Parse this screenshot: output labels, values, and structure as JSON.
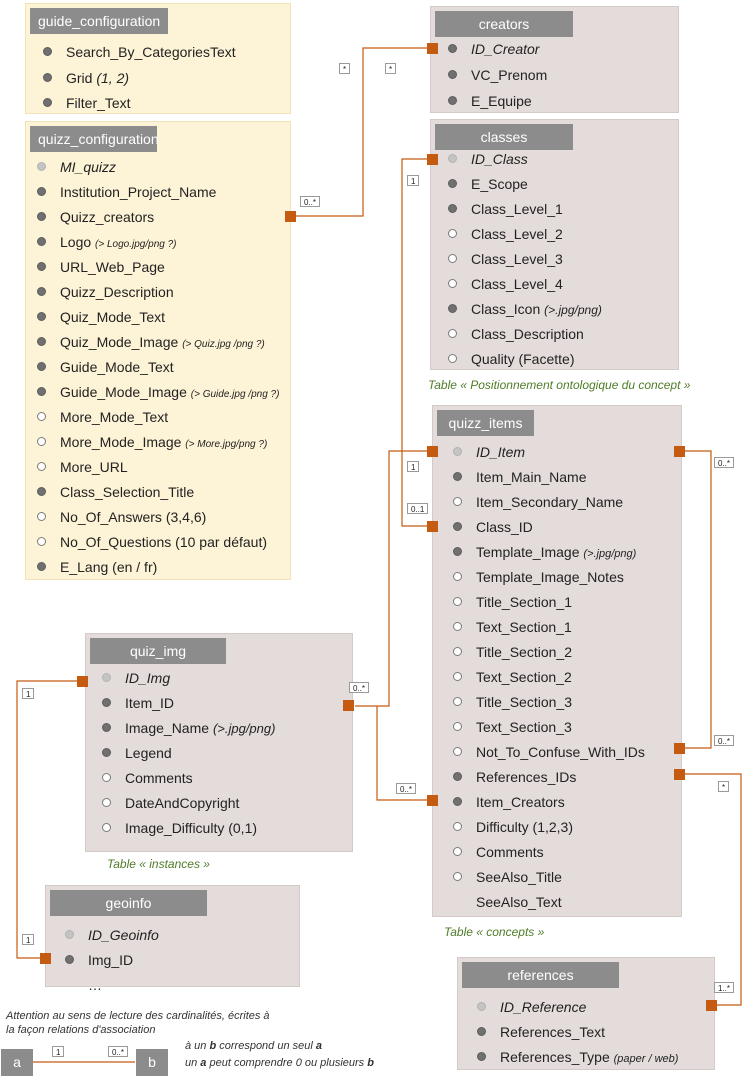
{
  "tables": {
    "guide_configuration": {
      "title": "guide_configuration",
      "rows": [
        {
          "text": "Search_By_CategoriesText",
          "style": "normal",
          "bullet": "dark"
        },
        {
          "text": "Grid",
          "note": "(1, 2)",
          "style": "normal",
          "bullet": "dark"
        },
        {
          "text": "Filter_Text",
          "style": "normal",
          "bullet": "dark"
        }
      ]
    },
    "quizz_configuration": {
      "title": "quizz_configuration",
      "rows": [
        {
          "text": "MI_quizz",
          "style": "italic",
          "bullet": "light"
        },
        {
          "text": "Institution_Project_Name",
          "style": "normal",
          "bullet": "dark"
        },
        {
          "text": "Quizz_creators",
          "style": "normal",
          "bullet": "dark"
        },
        {
          "text": "Logo",
          "note": "(> Logo.jpg/png ?)",
          "style": "normal",
          "bullet": "dark"
        },
        {
          "text": "URL_Web_Page",
          "style": "normal",
          "bullet": "dark"
        },
        {
          "text": "Quizz_Description",
          "style": "normal",
          "bullet": "dark"
        },
        {
          "text": "Quiz_Mode_Text",
          "style": "normal",
          "bullet": "dark"
        },
        {
          "text": "Quiz_Mode_Image",
          "note": "(> Quiz.jpg /png ?)",
          "style": "normal",
          "bullet": "dark"
        },
        {
          "text": "Guide_Mode_Text",
          "style": "normal",
          "bullet": "dark"
        },
        {
          "text": "Guide_Mode_Image",
          "note": "(> Guide.jpg /png ?)",
          "style": "normal",
          "bullet": "dark"
        },
        {
          "text": "More_Mode_Text",
          "style": "normal",
          "bullet": "hollow"
        },
        {
          "text": "More_Mode_Image",
          "note": "(> More.jpg/png ?)",
          "style": "normal",
          "bullet": "hollow"
        },
        {
          "text": "More_URL",
          "style": "normal",
          "bullet": "hollow"
        },
        {
          "text": "Class_Selection_Title",
          "style": "normal",
          "bullet": "dark"
        },
        {
          "text": "No_Of_Answers (3,4,6)",
          "style": "normal",
          "bullet": "hollow"
        },
        {
          "text": "No_Of_Questions (10 par défaut)",
          "style": "normal",
          "bullet": "hollow"
        },
        {
          "text": "E_Lang (en / fr)",
          "style": "normal",
          "bullet": "dark"
        }
      ]
    },
    "creators": {
      "title": "creators",
      "rows": [
        {
          "text": "ID_Creator",
          "style": "italic",
          "bullet": "dark"
        },
        {
          "text": "VC_Prenom",
          "style": "normal",
          "bullet": "dark"
        },
        {
          "text": "E_Equipe",
          "style": "normal",
          "bullet": "dark"
        }
      ]
    },
    "classes": {
      "title": "classes",
      "rows": [
        {
          "text": "ID_Class",
          "style": "italic",
          "bullet": "light"
        },
        {
          "text": "E_Scope",
          "style": "normal",
          "bullet": "dark"
        },
        {
          "text": "Class_Level_1",
          "style": "normal",
          "bullet": "dark"
        },
        {
          "text": "Class_Level_2",
          "style": "normal",
          "bullet": "hollow"
        },
        {
          "text": "Class_Level_3",
          "style": "normal",
          "bullet": "hollow"
        },
        {
          "text": "Class_Level_4",
          "style": "normal",
          "bullet": "hollow"
        },
        {
          "text": "Class_Icon",
          "note": "(>.jpg/png)",
          "style": "normal",
          "bullet": "dark"
        },
        {
          "text": "Class_Description",
          "style": "normal",
          "bullet": "hollow"
        },
        {
          "text": "Quality (Facette)",
          "style": "normal",
          "bullet": "hollow"
        }
      ]
    },
    "quizz_items": {
      "title": "quizz_items",
      "rows": [
        {
          "text": "ID_Item",
          "style": "italic",
          "bullet": "light"
        },
        {
          "text": "Item_Main_Name",
          "style": "normal",
          "bullet": "dark"
        },
        {
          "text": "Item_Secondary_Name",
          "style": "normal",
          "bullet": "hollow"
        },
        {
          "text": "Class_ID",
          "style": "normal",
          "bullet": "dark"
        },
        {
          "text": "Template_Image",
          "note": "(>.jpg/png)",
          "style": "normal",
          "bullet": "dark"
        },
        {
          "text": "Template_Image_Notes",
          "style": "normal",
          "bullet": "hollow"
        },
        {
          "text": "Title_Section_1",
          "style": "normal",
          "bullet": "hollow"
        },
        {
          "text": "Text_Section_1",
          "style": "normal",
          "bullet": "hollow"
        },
        {
          "text": "Title_Section_2",
          "style": "normal",
          "bullet": "hollow"
        },
        {
          "text": "Text_Section_2",
          "style": "normal",
          "bullet": "hollow"
        },
        {
          "text": "Title_Section_3",
          "style": "normal",
          "bullet": "hollow"
        },
        {
          "text": "Text_Section_3",
          "style": "normal",
          "bullet": "hollow"
        },
        {
          "text": "Not_To_Confuse_With_IDs",
          "style": "normal",
          "bullet": "hollow"
        },
        {
          "text": "References_IDs",
          "style": "normal",
          "bullet": "dark"
        },
        {
          "text": "Item_Creators",
          "style": "normal",
          "bullet": "dark"
        },
        {
          "text": "Difficulty (1,2,3)",
          "style": "normal",
          "bullet": "hollow"
        },
        {
          "text": "Comments",
          "style": "normal",
          "bullet": "hollow"
        },
        {
          "text": "SeeAlso_Title",
          "style": "normal",
          "bullet": "hollow"
        },
        {
          "text": "SeeAlso_Text",
          "style": "normal",
          "bullet": "none"
        }
      ]
    },
    "quiz_img": {
      "title": "quiz_img",
      "rows": [
        {
          "text": "ID_Img",
          "style": "italic",
          "bullet": "light"
        },
        {
          "text": "Item_ID",
          "style": "normal",
          "bullet": "dark"
        },
        {
          "text": "Image_Name",
          "note": "(>.jpg/png)",
          "style": "normal",
          "bullet": "dark",
          "bignote": true
        },
        {
          "text": "Legend",
          "style": "normal",
          "bullet": "dark"
        },
        {
          "text": "Comments",
          "style": "normal",
          "bullet": "hollow"
        },
        {
          "text": "DateAndCopyright",
          "style": "normal",
          "bullet": "hollow"
        },
        {
          "text": "Image_Difficulty  (0,1)",
          "style": "normal",
          "bullet": "hollow"
        }
      ]
    },
    "geoinfo": {
      "title": "geoinfo",
      "rows": [
        {
          "text": "ID_Geoinfo",
          "style": "italic",
          "bullet": "light"
        },
        {
          "text": "Img_ID",
          "style": "normal",
          "bullet": "dark"
        },
        {
          "text": "…",
          "style": "normal",
          "bullet": "none"
        }
      ]
    },
    "references": {
      "title": "references",
      "rows": [
        {
          "text": "ID_Reference",
          "style": "italic",
          "bullet": "light"
        },
        {
          "text": "References_Text",
          "style": "normal",
          "bullet": "dark"
        },
        {
          "text": "References_Type",
          "note": "(paper / web)",
          "style": "normal",
          "bullet": "dark"
        }
      ]
    }
  },
  "captions": {
    "classes": "Table « Positionnement ontologique du concept »",
    "quiz_img": "Table « instances »",
    "quizz_items": "Table « concepts »"
  },
  "cardinalities": {
    "c_star_top_left": "*",
    "c_star_top_right": "*",
    "c_quizz_creators": "0..*",
    "c_class_one": "1",
    "c_item_one": "1",
    "c_item_zero_one": "0..1",
    "c_item_self": "0..*",
    "c_img_item": "0..*",
    "c_img_one": "1",
    "c_notconfuse": "0..*",
    "c_item_creators": "0..*",
    "c_refs_star": "*",
    "c_refs_one_many": "1..*",
    "c_geo_one": "1"
  },
  "legend": {
    "note_line1": "Attention au sens de lecture des cardinalités, écrites à",
    "note_line2": "la façon relations d'association",
    "box_a": "a",
    "box_b": "b",
    "card_a": "1",
    "card_b": "0..*",
    "line1_pre": "à un ",
    "line1_b": "b",
    "line1_mid": " correspond un seul ",
    "line1_a": "a",
    "line2_pre": "un ",
    "line2_a": "a",
    "line2_mid": " peut comprendre 0 ou plusieurs ",
    "line2_b": "b"
  },
  "colors": {
    "relation": "#c55a11",
    "header": "#8c8c8c",
    "caption": "#4f7c28"
  }
}
